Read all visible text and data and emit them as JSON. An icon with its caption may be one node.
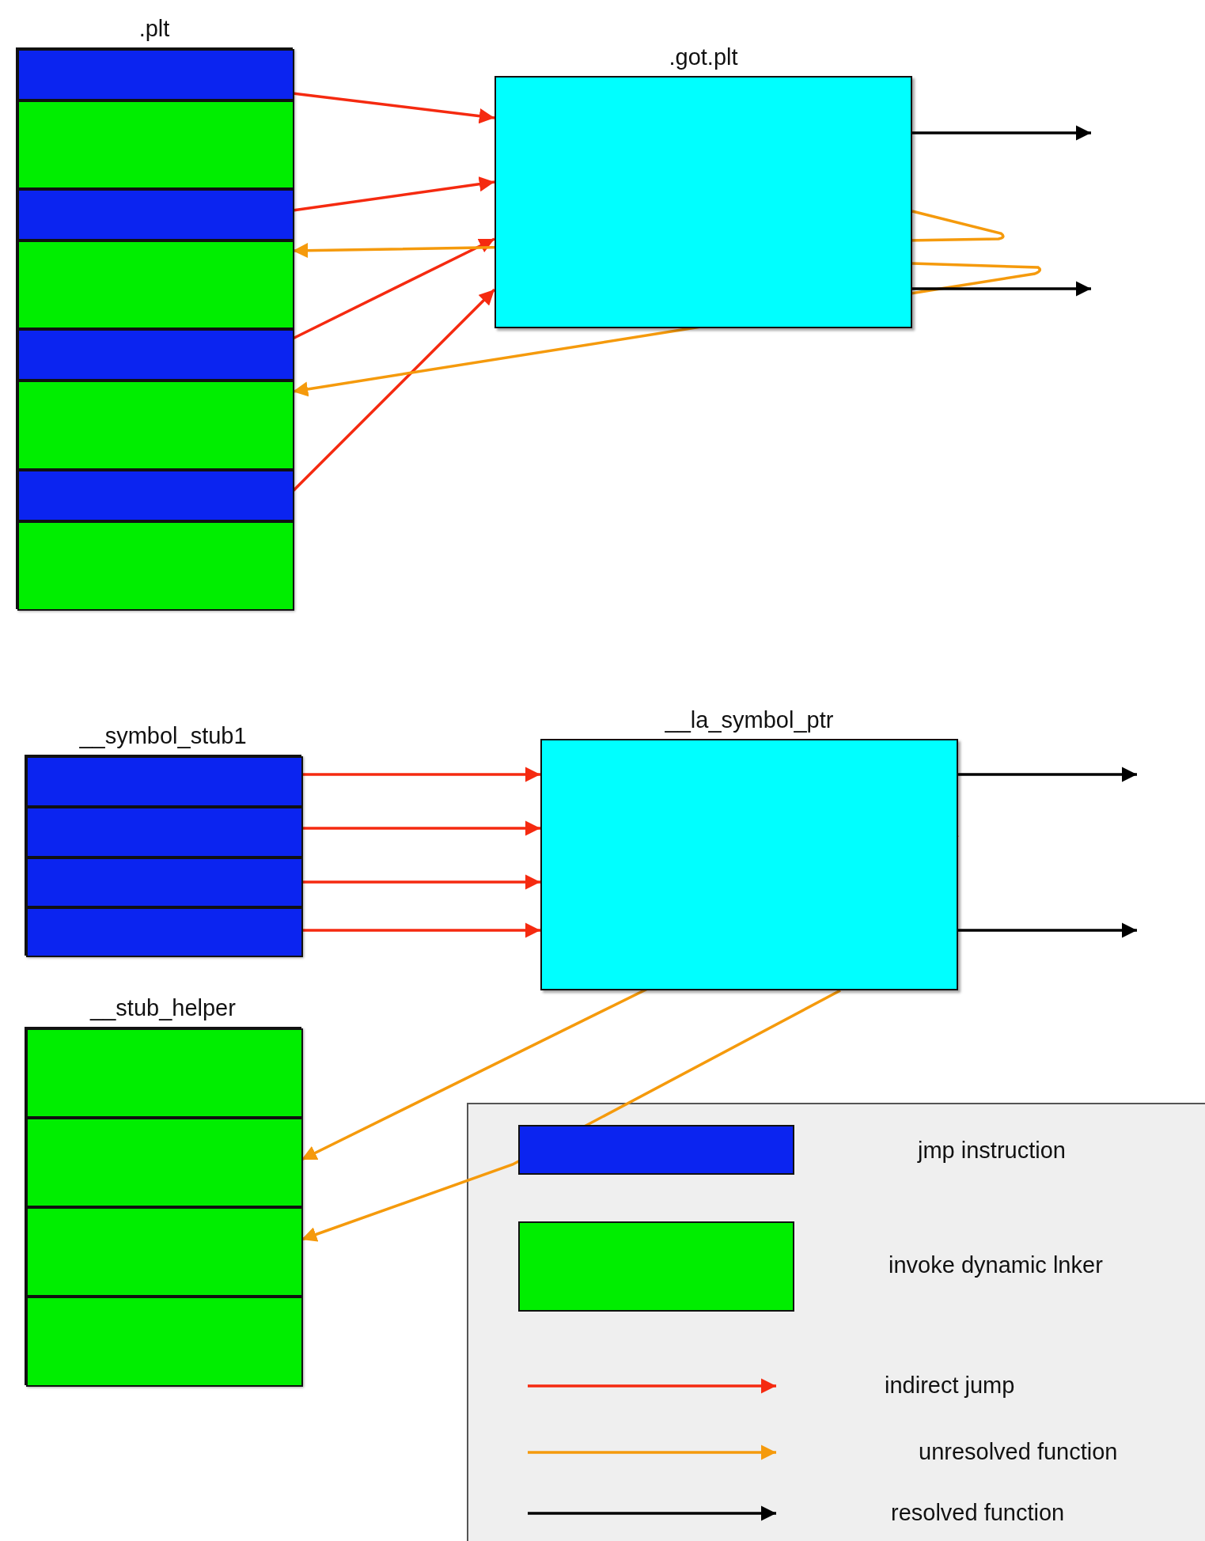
{
  "diagram": {
    "nodes": [
      {
        "text": [
          ".plt"
        ]
      },
      {
        "text": [],
        "shape": "bar",
        "in": 0
      },
      {
        "text": [],
        "shape": "bar",
        "in": 0
      },
      {
        "text": [],
        "shape": "bar",
        "in": 0
      },
      {
        "text": [],
        "shape": "bar",
        "in": 0
      },
      {
        "text": [],
        "shape": "bar",
        "in": 0
      },
      {
        "text": [],
        "shape": "bar",
        "in": 0
      },
      {
        "text": [],
        "shape": "bar",
        "in": 0
      },
      {
        "text": [],
        "shape": "bar",
        "in": 0
      },
      {
        "text": [
          ".got.plt"
        ]
      },
      {
        "text": [
          "__symbol_stub1"
        ]
      },
      {
        "text": [],
        "shape": "bar",
        "in": 10
      },
      {
        "text": [],
        "shape": "bar",
        "in": 10
      },
      {
        "text": [],
        "shape": "bar",
        "in": 10
      },
      {
        "text": [],
        "shape": "bar",
        "in": 10
      },
      {
        "text": [
          "__la_symbol_ptr"
        ]
      },
      {
        "text": [
          "__stub_helper"
        ]
      },
      {
        "text": [],
        "shape": "bar",
        "in": 16
      },
      {
        "text": [],
        "shape": "bar",
        "in": 16
      },
      {
        "text": [],
        "shape": "bar",
        "in": 16
      },
      {
        "text": [],
        "shape": "bar",
        "in": 16
      }
    ],
    "edges": [
      {
        "from": 1,
        "to": 9,
        "arrow": "to"
      },
      {
        "from": 3,
        "to": 9,
        "arrow": "to"
      },
      {
        "from": 5,
        "to": 9,
        "arrow": "to"
      },
      {
        "from": 7,
        "to": 9,
        "arrow": "to"
      },
      {
        "from": 9,
        "to": 4,
        "arrow": "to",
        "color": "#f59a0c"
      },
      {
        "from": 9,
        "to": 6,
        "arrow": "to",
        "color": "#f59a0c"
      },
      {
        "from": 9,
        "to": null,
        "arrow": "to",
        "color": "#000000"
      },
      {
        "from": 9,
        "to": null,
        "arrow": "to",
        "color": "#000000"
      },
      {
        "from": 11,
        "to": 15,
        "arrow": "to"
      },
      {
        "from": 12,
        "to": 15,
        "arrow": "to"
      },
      {
        "from": 13,
        "to": 15,
        "arrow": "to"
      },
      {
        "from": 14,
        "to": 15,
        "arrow": "to"
      },
      {
        "from": 15,
        "to": null,
        "arrow": "to",
        "color": "#000000"
      },
      {
        "from": 15,
        "to": null,
        "arrow": "to",
        "color": "#000000"
      },
      {
        "from": 15,
        "to": 18,
        "arrow": "to",
        "color": "#f59a0c"
      },
      {
        "from": 15,
        "to": 19,
        "arrow": "to",
        "color": "#f59a0c"
      }
    ],
    "legend": [
      {
        "text": "jmp instruction",
        "color": "#0b24f0"
      },
      {
        "text": "invoke dynamic lnker",
        "color": "#00ee00"
      },
      {
        "text": "indirect jump"
      },
      {
        "text": "unresolved function"
      },
      {
        "text": "resolved function"
      }
    ]
  }
}
